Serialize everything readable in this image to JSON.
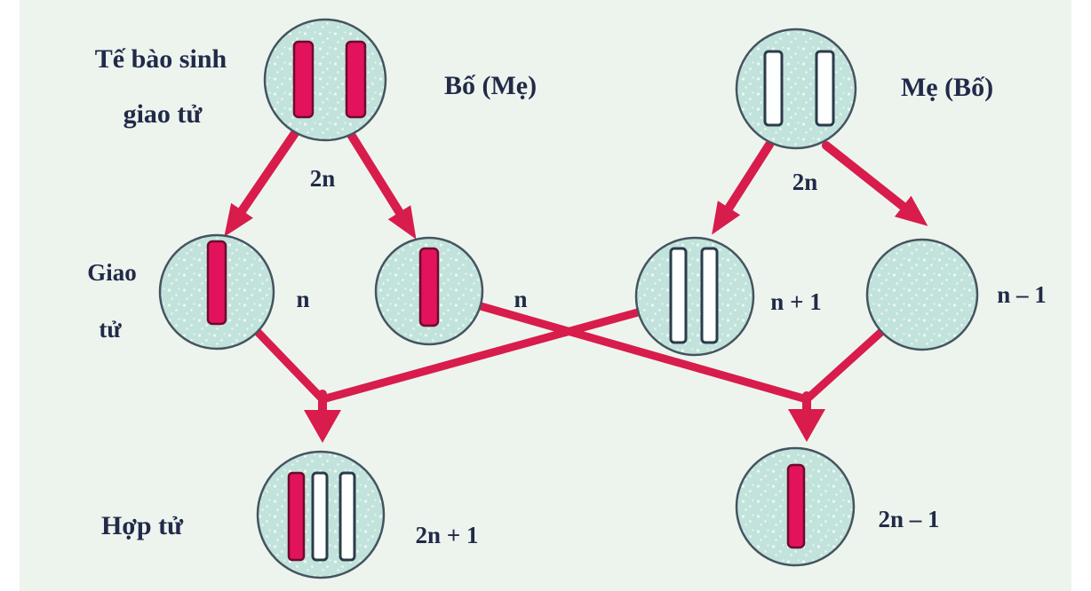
{
  "diagram": {
    "type": "biology-meiosis-nondisjunction",
    "colors": {
      "page_background": "#ffffff",
      "panel_background": "#edf4ee",
      "cell_fill": "#c2e3dc",
      "cell_border": "#45545f",
      "chromosome_red": "#e2135c",
      "chromosome_red_border": "#6e0a2c",
      "chromosome_white": "#fdfefe",
      "chromosome_white_border": "#2c3b4b",
      "arrow": "#d81c4c",
      "text": "#212a48"
    },
    "row_labels": {
      "generative_cell_line1": "Tế bào sinh",
      "generative_cell_line2": "giao tử",
      "gamete_line1": "Giao",
      "gamete_line2": "tử",
      "zygote": "Hợp tử"
    },
    "cells": [
      {
        "id": "parent-father",
        "caption": "Bố (Mẹ)",
        "ploidy": "2n",
        "chromosomes": [
          "red",
          "red"
        ]
      },
      {
        "id": "parent-mother",
        "caption": "Mẹ (Bố)",
        "ploidy": "2n",
        "chromosomes": [
          "white",
          "white"
        ]
      },
      {
        "id": "gamete-1",
        "ploidy": "n",
        "chromosomes": [
          "red"
        ]
      },
      {
        "id": "gamete-2",
        "ploidy": "n",
        "chromosomes": [
          "red"
        ]
      },
      {
        "id": "gamete-3",
        "ploidy": "n + 1",
        "chromosomes": [
          "white",
          "white"
        ]
      },
      {
        "id": "gamete-4",
        "ploidy": "n – 1",
        "chromosomes": []
      },
      {
        "id": "zygote-1",
        "ploidy": "2n + 1",
        "chromosomes": [
          "red",
          "white",
          "white"
        ]
      },
      {
        "id": "zygote-2",
        "ploidy": "2n – 1",
        "chromosomes": [
          "red"
        ]
      }
    ]
  }
}
